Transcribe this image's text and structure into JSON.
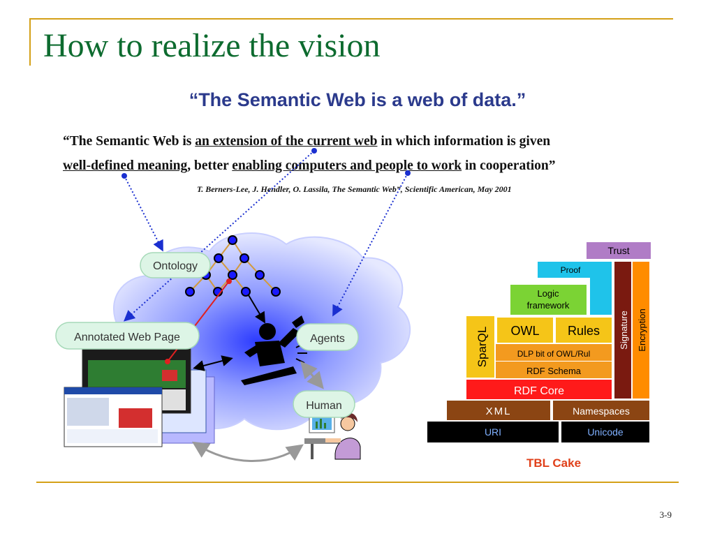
{
  "slide": {
    "title": "How to realize the vision",
    "subtitle": "“The Semantic Web is a web of data.”",
    "quote": {
      "line1_a": "“The Semantic Web is ",
      "line1_b": "an extension of the current web",
      "line1_c": " in which information is given",
      "line2_a": "well-defined meaning",
      "line2_b": ", better ",
      "line2_c": "enabling computers and people to work",
      "line2_d": " in cooperation”"
    },
    "citation": "T. Berners-Lee, J. Hendler, O. Lassila, The Semantic Web”, Scientific American, May 2001",
    "page_number": "3-9"
  },
  "diagram": {
    "ontology_label": "Ontology",
    "annotated_label": "Annotated Web Page",
    "agents_label": "Agents",
    "human_label": "Human"
  },
  "cake": {
    "caption": "TBL Cake",
    "layers": {
      "trust": "Trust",
      "proof": "Proof",
      "logic": "Logic framework",
      "owl": "OWL",
      "rules": "Rules",
      "dlp": "DLP bit of OWL/Rul",
      "rdfs": "RDF Schema",
      "rdfcore": "RDF Core",
      "sparql": "SparQL",
      "signature": "Signature",
      "encryption": "Encryption",
      "xml": "XML",
      "namespaces": "Namespaces",
      "uri": "URI",
      "unicode": "Unicode"
    },
    "colors": {
      "trust": "#b07cc6",
      "proof": "#1fc3ea",
      "logic": "#7bd334",
      "owl": "#f5c518",
      "rdfs": "#f39a1f",
      "rdfcore": "#ff1a1a",
      "signature": "#7a1a10",
      "encryption": "#ff8c00",
      "xml": "#8b4513",
      "uri": "#000000"
    }
  }
}
